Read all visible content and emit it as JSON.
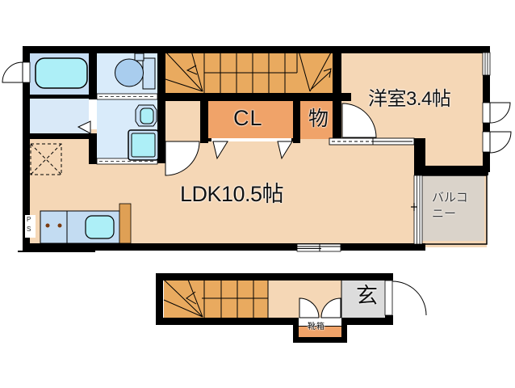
{
  "plan": {
    "type": "japanese-apartment-floor-plan",
    "floor2": {
      "ldk_label": "LDK10.5帖",
      "western_room_label": "洋室3.4帖",
      "closet_label": "CL",
      "storage_label": "物",
      "balcony_label": "バルコ\nニー",
      "pipe_space_label": "P\nS"
    },
    "floor1": {
      "entrance_label": "玄",
      "shoebox_label": "靴箱"
    },
    "fixtures": [
      "bathtub",
      "toilet",
      "vanity-sink",
      "kitchen-sink",
      "stove",
      "refrigerator",
      "staircase-2f",
      "staircase-1f"
    ],
    "palette": {
      "wall": "#000000",
      "floor_peach": "#F5D7B6",
      "stair_orange": "#E9AA5F",
      "closet_orange": "#F0A369",
      "bath_blue": "#C7DEF4",
      "room_blue": "#D9EBFA",
      "fixture_cyan": "#ADEFF7",
      "fixture_blue": "#A9CDEE",
      "balcony_gray": "#DAD3CA",
      "entrance_gray": "#DCDCDC",
      "text": "#111111"
    }
  }
}
